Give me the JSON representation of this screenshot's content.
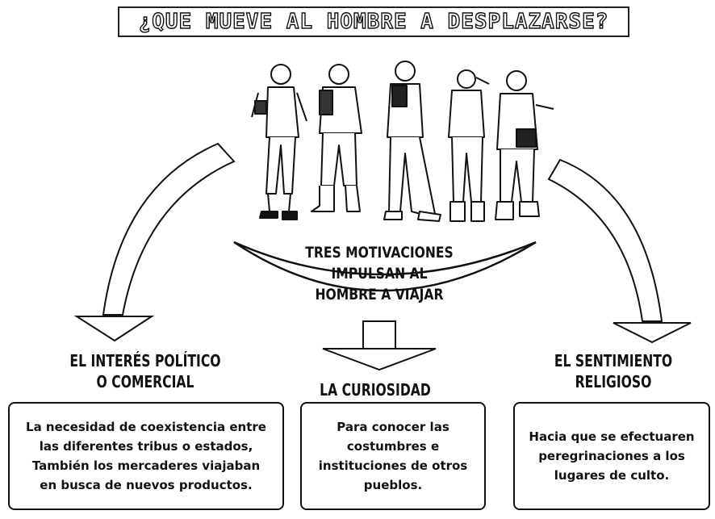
{
  "title": "¿QUE MUEVE AL HOMBRE A DESPLAZARSE?",
  "center_label": {
    "line1": "TRES MOTIVACIONES IMPULSAN AL",
    "line2": "HOMBRE A VIAJAR"
  },
  "motivations": [
    {
      "heading_line1": "EL INTERÉS POLÍTICO",
      "heading_line2": "O COMERCIAL",
      "lines": [
        "La necesidad de coexistencia entre",
        "las diferentes tribus o estados,",
        "También los mercaderes viajaban",
        "en busca de nuevos productos."
      ]
    },
    {
      "heading_line1": "LA CURIOSIDAD",
      "lines": [
        "Para conocer las",
        "costumbres e",
        "instituciones de otros",
        "pueblos."
      ]
    },
    {
      "heading_line1": "EL SENTIMIENTO",
      "heading_line2": "RELIGIOSO",
      "lines": [
        "Hacia que se efectuaren",
        "peregrinaciones a los",
        "lugares de culto."
      ]
    }
  ],
  "colors": {
    "ink": "#111111",
    "paper": "#ffffff"
  }
}
